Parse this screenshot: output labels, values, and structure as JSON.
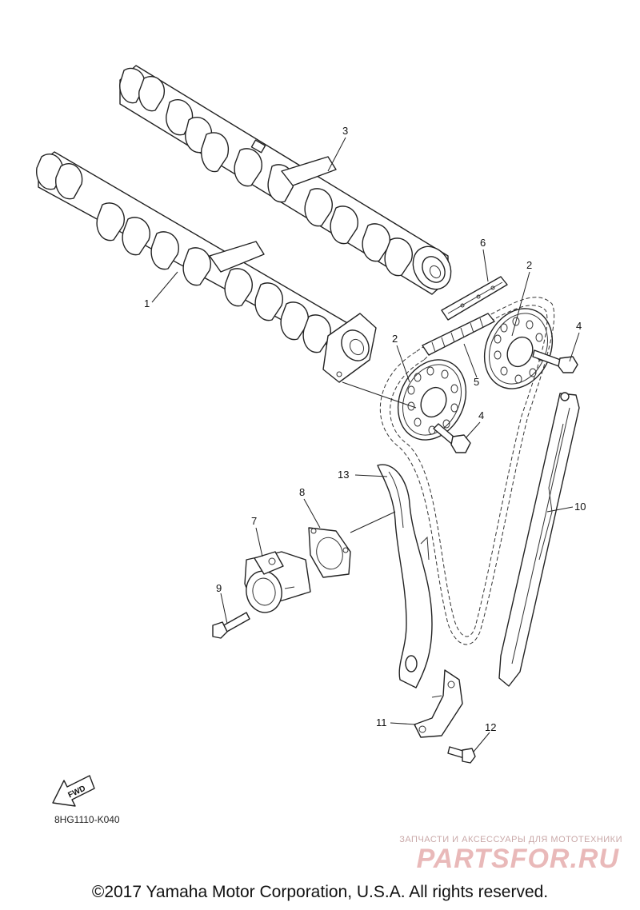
{
  "diagram": {
    "callouts": {
      "c1": "1",
      "c2a": "2",
      "c2b": "2",
      "c3": "3",
      "c4a": "4",
      "c4b": "4",
      "c5": "5",
      "c6": "6",
      "c7": "7",
      "c8": "8",
      "c9": "9",
      "c10": "10",
      "c11": "11",
      "c12": "12",
      "c13": "13"
    },
    "fwd_label": "FWD",
    "drawing_code": "8HG1110-K040"
  },
  "watermark": {
    "subtitle": "ЗАПЧАСТИ И АКСЕССУАРЫ ДЛЯ МОТОТЕХНИКИ",
    "brand": "PARTSFOR.RU"
  },
  "footer": {
    "copyright": "©2017 Yamaha Motor Corporation, U.S.A. All rights reserved."
  }
}
